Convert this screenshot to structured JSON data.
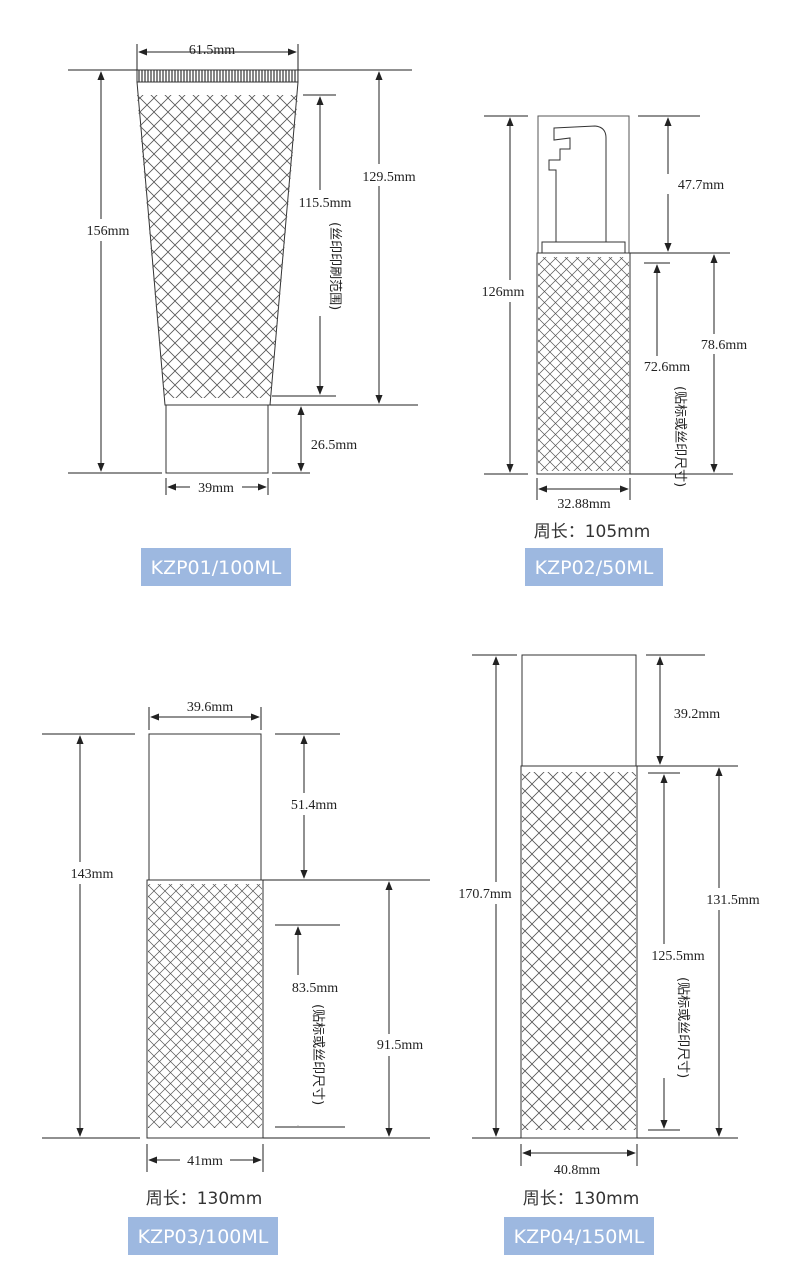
{
  "colors": {
    "badge": "#9db8e0",
    "badge_text": "#ffffff",
    "line": "#222222"
  },
  "products": [
    {
      "model_label": "KZP01/100ML",
      "dims": {
        "top_width": "61.5mm",
        "total_height": "156mm",
        "body_height": "129.5mm",
        "print_height": "115.5mm",
        "cap_height": "26.5mm",
        "bottom_width": "39mm"
      },
      "print_note": "(丝印印刷范围)"
    },
    {
      "model_label": "KZP02/50ML",
      "dims": {
        "total_height": "126mm",
        "pump_height": "47.7mm",
        "body_height": "78.6mm",
        "label_height": "72.6mm",
        "width": "32.88mm"
      },
      "label_note": "(贴标或丝印尺寸)",
      "perimeter": "周长：105mm"
    },
    {
      "model_label": "KZP03/100ML",
      "dims": {
        "cap_width": "39.6mm",
        "total_height": "143mm",
        "cap_height": "51.4mm",
        "label_height": "83.5mm",
        "body_height": "91.5mm",
        "width": "41mm"
      },
      "label_note": "(贴标或丝印尺寸)",
      "perimeter": "周长：130mm"
    },
    {
      "model_label": "KZP04/150ML",
      "dims": {
        "cap_height": "39.2mm",
        "total_height": "170.7mm",
        "body_height": "131.5mm",
        "label_height": "125.5mm",
        "width": "40.8mm"
      },
      "label_note": "(贴标或丝印尺寸)",
      "perimeter": "周长：130mm"
    }
  ]
}
